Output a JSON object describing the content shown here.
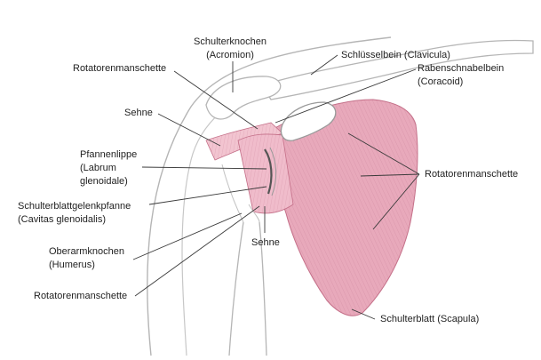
{
  "labels": {
    "acromion": [
      "Schulterknochen",
      "(Acromion)"
    ],
    "rotator_top": "Rotatorenmanschette",
    "clavicula": "Schlüsselbein (Clavicula)",
    "coracoid": [
      "Rabenschnabelbein",
      "(Coracoid)"
    ],
    "sehne_left": "Sehne",
    "labrum": [
      "Pfannenlippe",
      "(Labrum",
      "glenoidale)"
    ],
    "rotator_right": "Rotatorenmanschette",
    "cavitas": [
      "Schulterblattgelenkpfanne",
      "(Cavitas glenoidalis)"
    ],
    "sehne_lower": "Sehne",
    "humerus": [
      "Oberarmknochen",
      "(Humerus)"
    ],
    "rotator_bottom": "Rotatorenmanschette",
    "scapula": "Schulterblatt (Scapula)"
  },
  "colors": {
    "muscle_fill": "#e8a9bb",
    "muscle_stroke": "#c46f88",
    "muscle_fiber": "#c97f95",
    "bone_outline": "#b5b5b5",
    "leader_line": "#3a3a3a"
  }
}
